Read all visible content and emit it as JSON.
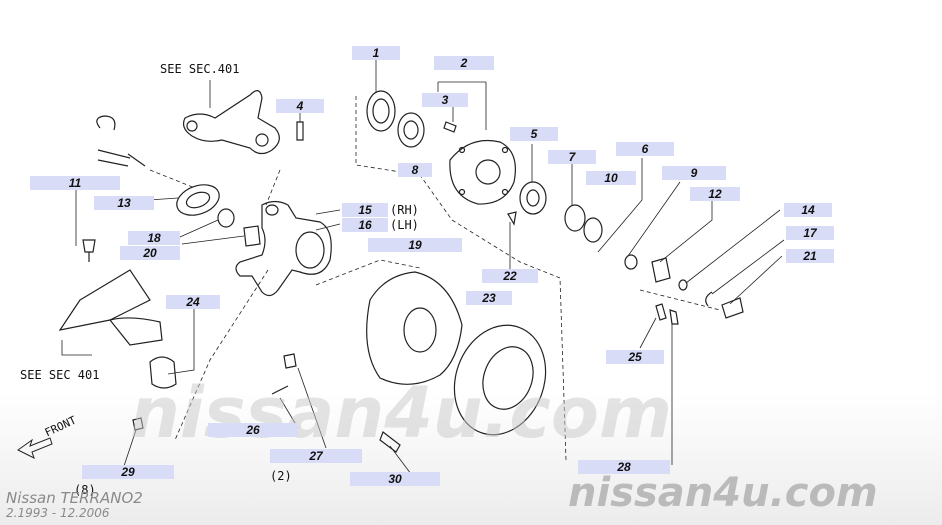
{
  "notes": {
    "see_sec_top": "SEE SEC.401",
    "see_sec_bottom": "SEE SEC 401",
    "rh": "(RH)",
    "lh": "(LH)",
    "qty_2": "(2)",
    "qty_8": "(8)",
    "front": "FRONT"
  },
  "watermark": {
    "center": "nissan4u.com",
    "corner": "nissan4u.com"
  },
  "brand": {
    "model": "Nissan TERRANO2",
    "years": "2.1993 - 12.2006"
  },
  "callouts": [
    "1",
    "2",
    "3",
    "4",
    "5",
    "6",
    "7",
    "8",
    "9",
    "10",
    "11",
    "12",
    "13",
    "14",
    "15",
    "16",
    "17",
    "18",
    "19",
    "20",
    "21",
    "22",
    "23",
    "24",
    "25",
    "26",
    "27",
    "28",
    "29",
    "30"
  ],
  "colors": {
    "label_bg": "#d9dcf7",
    "line": "#222222"
  }
}
